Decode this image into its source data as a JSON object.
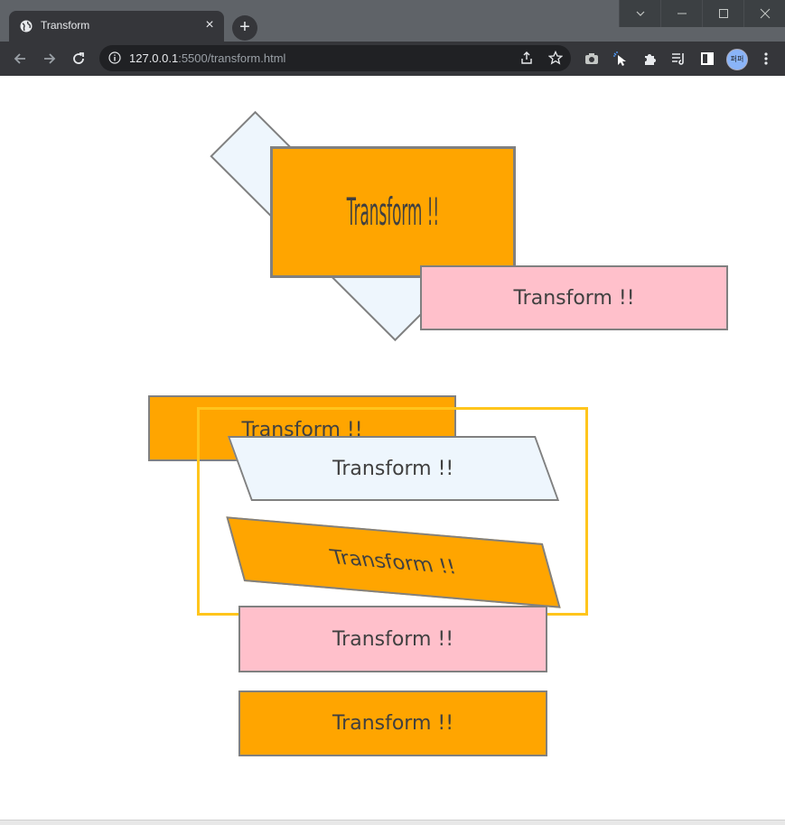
{
  "browser": {
    "tab": {
      "title": "Transform",
      "close_glyph": "×"
    },
    "new_tab_glyph": "+",
    "url": {
      "host": "127.0.0.1",
      "rest": ":5500/transform.html"
    },
    "profile_avatar_text": "퍼퍼",
    "icons": [
      "back-icon",
      "forward-icon",
      "reload-icon",
      "info-icon",
      "share-icon",
      "star-icon",
      "camera-icon",
      "cursor-extension-icon",
      "extensions-icon",
      "reading-list-icon",
      "side-panel-icon",
      "menu-icon",
      "tab-search-icon",
      "minimize-icon",
      "maximize-icon",
      "close-window-icon"
    ]
  },
  "page": {
    "boxes": {
      "rotated_back": "",
      "scaled_orange": "Transform !!",
      "translated_pink": "Transform !!",
      "origin_orange": "Transform !!",
      "skewed_alice": "Transform !!",
      "skewed_rotated_orange": "Transform !!",
      "plain_pink": "Transform !!",
      "plain_orange": "Transform !!"
    },
    "colors": {
      "orange": "#ffa500",
      "pink": "#ffc0cb",
      "aliceblue": "#eef6fd",
      "border": "#808080",
      "outline": "#ffc51c"
    }
  }
}
